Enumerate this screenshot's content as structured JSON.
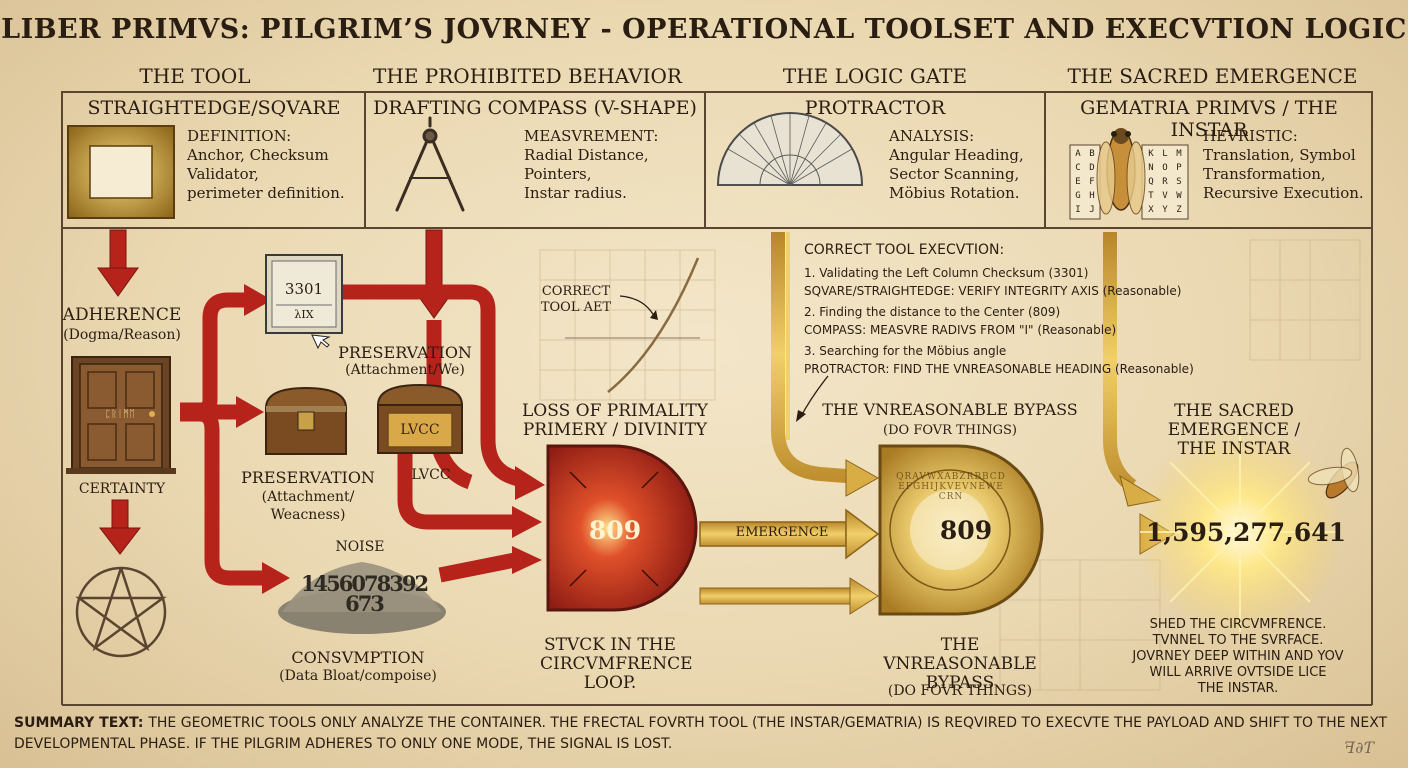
{
  "title": "LIBER PRIMVS: PILGRIM’S JOVRNEY - OPERATIONAL TOOLSET AND EXECVTION LOGIC",
  "columns": [
    {
      "header": "THE TOOL"
    },
    {
      "header": "THE PROHIBITED BEHAVIOR"
    },
    {
      "header": "THE LOGIC GATE"
    },
    {
      "header": "THE SACRED EMERGENCE"
    }
  ],
  "tools": [
    {
      "name": "STRAIGHTEDGE/SQVARE",
      "label": "DEFINITION:",
      "lines": [
        "Anchor, Checksum",
        "Validator,",
        "perimeter definition."
      ]
    },
    {
      "name": "DRAFTING COMPASS (V-SHAPE)",
      "label": "MEASVREMENT:",
      "lines": [
        "Radial Distance,",
        "Pointers,",
        "Instar radius."
      ]
    },
    {
      "name": "PROTRACTOR",
      "label": "ANALYSIS:",
      "lines": [
        "Angular Heading,",
        "Sector Scanning,",
        "Möbius Rotation."
      ]
    },
    {
      "name": "GEMATRIA PRIMVS / THE INSTAR",
      "label": "HEVRISTIC:",
      "lines": [
        "Translation, Symbol",
        "Transformation,",
        "Recursive Execution."
      ]
    }
  ],
  "gematria_grid": [
    "A",
    "B",
    "C",
    "D",
    "E",
    "F",
    "G",
    "H",
    "I",
    "J",
    "K",
    "L",
    "M",
    "N",
    "O",
    "P",
    "Q",
    "R",
    "S",
    "T",
    "V",
    "W",
    "X",
    "Y",
    "Z"
  ],
  "left": {
    "adherence": "ADHERENCE",
    "adherence_sub": "(Dogma/Reason)",
    "certainty": "CERTAINTY",
    "door_glyphs": "ᛈᚱᛁᛗᛖ",
    "tablet_number": "3301",
    "tablet_glyph": "λΙΧ",
    "preservation_top": "PRESERVATION",
    "preservation_top_sub": "(Attachment/We)",
    "preservation_mid": "PRESERVATION",
    "preservation_mid_sub": [
      "(Attachment/",
      "Weacness)"
    ],
    "chest_label": "LVCC",
    "chest_caption": "LVCC",
    "noise": "NOISE",
    "noise_pile": "1456078392673",
    "consumption": "CONSVMPTION",
    "consumption_sub": "(Data Bloat/compoise)"
  },
  "graph_label": [
    "CORRECT",
    "TOOL AET"
  ],
  "loss": [
    "LOSS OF PRIMALITY",
    "PRIMERY / DIVINITY"
  ],
  "stuck": [
    "STVCK IN THE",
    "CIRCVMFRENCE",
    "LOOP."
  ],
  "gate_left_number": "809",
  "emergence_arrow": "EMERGENCE",
  "execution": {
    "title": "CORRECT TOOL EXECVTION:",
    "steps": [
      {
        "line1": "1. Validating the Left Column Checksum (3301)",
        "line2": "SQVARE/STRAIGHTEDGE: VERIFY INTEGRITY AXIS (Reasonable)"
      },
      {
        "line1": "2. Finding the distance to the Center (809)",
        "line2": "COMPASS: MEASVRE RADIVS FROM \"I\" (Reasonable)"
      },
      {
        "line1": "3. Searching for the Möbius angle",
        "line2": "PROTRACTOR: FIND THE VNREASONABLE HEADING (Reasonable)"
      }
    ]
  },
  "bypass_top": "THE VNREASONABLE BYPASS",
  "bypass_top_sub": "(DO FOVR THINGS)",
  "gate_right_number": "809",
  "gate_ring_text": "QRAVWXABZRBBCDEFGHIJKVEVNEWECRN",
  "bypass_bottom": [
    "THE VNREASONABLE",
    "BYPASS"
  ],
  "bypass_bottom_sub": "(DO FOVR THINGS)",
  "emergence_title": [
    "THE SACRED EMERGENCE /",
    "THE INSTAR"
  ],
  "emergence_number": "1,595,277,641",
  "shed": [
    "SHED THE CIRCVMFRENCE.",
    "TVNNEL TO THE SVRFACE.",
    "JOVRNEY DEEP WITHIN AND YOV",
    "WILL ARRIVE OVTSIDE LICE",
    "THE INSTAR."
  ],
  "summary_lead": "SUMMARY TEXT:",
  "summary_body": "THE GEOMETRIC TOOLS ONLY ANALYZE THE CONTAINER. THE FRECTAL FOVRTH TOOL (THE INSTAR/GEMATRIA) IS REQVIRED TO EXECVTE THE PAYLOAD AND SHIFT TO THE NEXT DEVELOPMENTAL PHASE. IF THE PILGRIM ADHERES TO ONLY ONE MODE, THE SIGNAL IS LOST.",
  "signature": "ꟻ∂Ƭ",
  "colors": {
    "red": "#b5231b",
    "gold": "#c99a2e",
    "ink": "#2a1d12",
    "parchment": "#ecdcb8"
  }
}
